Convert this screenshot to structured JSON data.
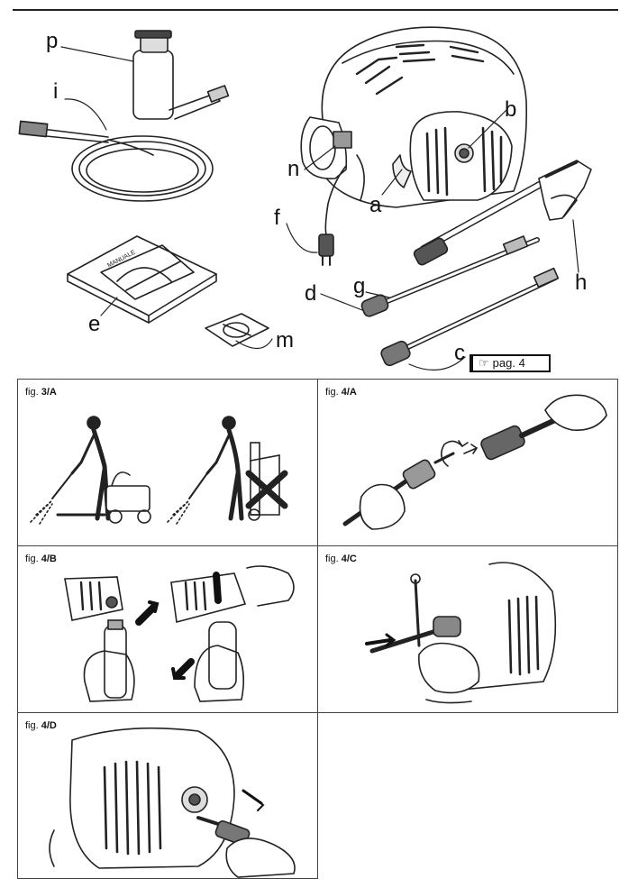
{
  "labels": {
    "p": "p",
    "i": "i",
    "n": "n",
    "b": "b",
    "f": "f",
    "a": "a",
    "g": "g",
    "d": "d",
    "h": "h",
    "e": "e",
    "m": "m",
    "c": "c"
  },
  "manual_cover": "MANUALE",
  "page_ref": {
    "text": "pag. 4",
    "icon": "pointing-hand-icon"
  },
  "figures": [
    {
      "prefix": "fig. ",
      "num": "3/A"
    },
    {
      "prefix": "fig. ",
      "num": "4/A"
    },
    {
      "prefix": "fig. ",
      "num": "4/B"
    },
    {
      "prefix": "fig. ",
      "num": "4/C"
    },
    {
      "prefix": "fig. ",
      "num": "4/D"
    }
  ]
}
